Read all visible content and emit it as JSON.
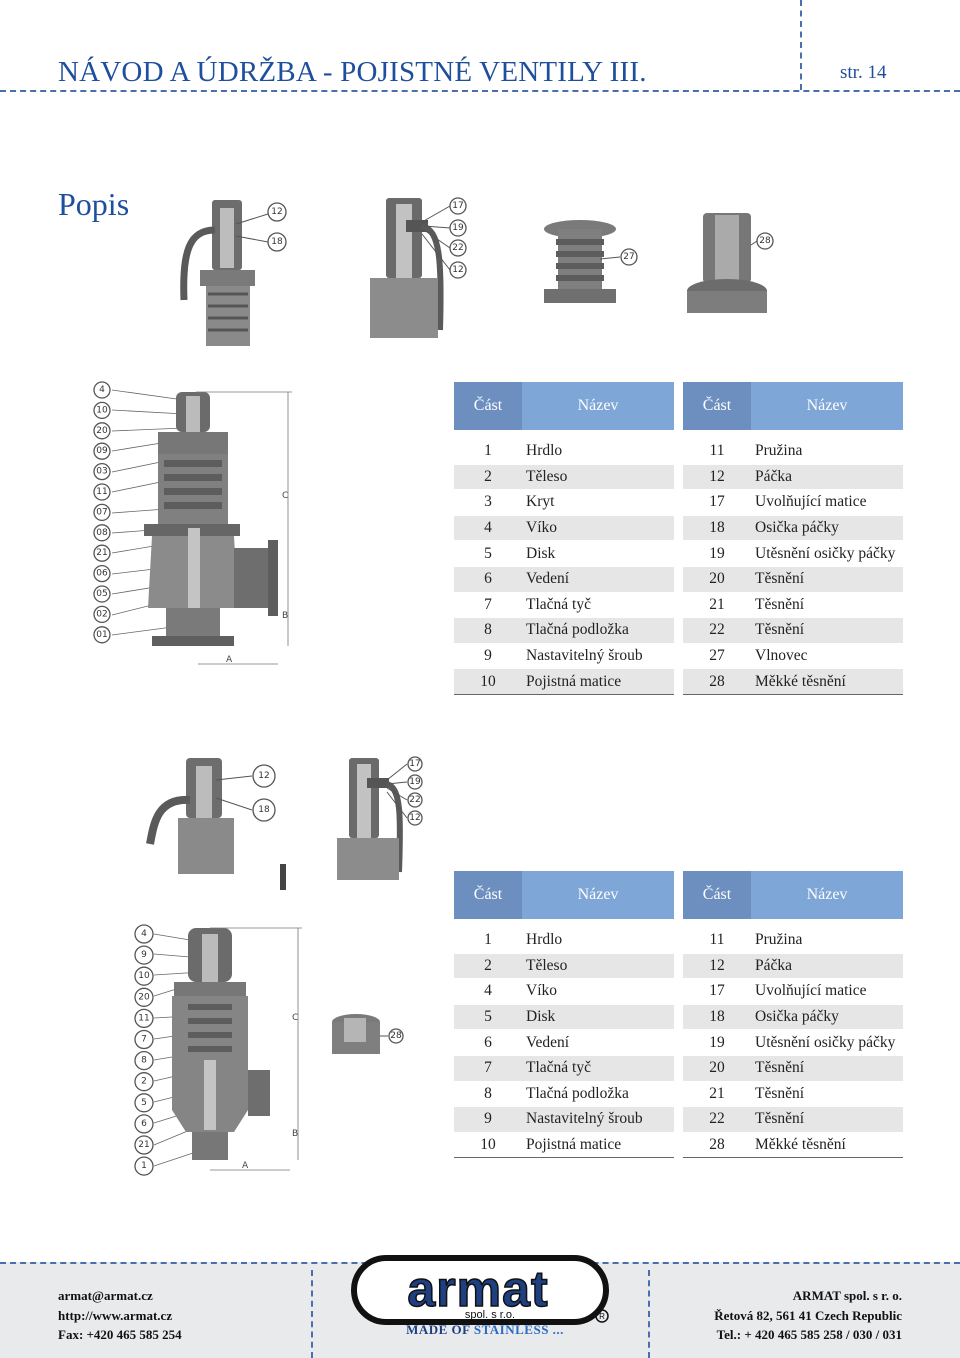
{
  "header": {
    "title": "NÁVOD A ÚDRŽBA - POJISTNÉ VENTILY III.",
    "page_label": "str. 14"
  },
  "section_title": "Popis",
  "figure1": {
    "details": [
      "12",
      "18",
      "17",
      "19",
      "22",
      "12",
      "27",
      "28"
    ],
    "callouts": [
      "4",
      "10",
      "20",
      "09",
      "03",
      "11",
      "07",
      "08",
      "21",
      "06",
      "05",
      "02",
      "01"
    ],
    "dims": [
      "A",
      "B",
      "C"
    ]
  },
  "figure2": {
    "details": [
      "12",
      "18",
      "17",
      "19",
      "22",
      "12",
      "28"
    ],
    "callouts": [
      "4",
      "9",
      "10",
      "20",
      "11",
      "7",
      "8",
      "2",
      "5",
      "6",
      "21",
      "1"
    ],
    "dims": [
      "A",
      "B",
      "C"
    ]
  },
  "table1": {
    "headers": {
      "part": "Část",
      "name": "Název"
    },
    "left": [
      [
        "1",
        "Hrdlo"
      ],
      [
        "2",
        "Těleso"
      ],
      [
        "3",
        "Kryt"
      ],
      [
        "4",
        "Víko"
      ],
      [
        "5",
        "Disk"
      ],
      [
        "6",
        "Vedení"
      ],
      [
        "7",
        "Tlačná tyč"
      ],
      [
        "8",
        "Tlačná podložka"
      ],
      [
        "9",
        "Nastavitelný šroub"
      ],
      [
        "10",
        "Pojistná matice"
      ]
    ],
    "right": [
      [
        "11",
        "Pružina"
      ],
      [
        "12",
        "Páčka"
      ],
      [
        "17",
        "Uvolňující matice"
      ],
      [
        "18",
        "Osička páčky"
      ],
      [
        "19",
        "Utěsnění osičky páčky"
      ],
      [
        "20",
        "Těsnění"
      ],
      [
        "21",
        "Těsnění"
      ],
      [
        "22",
        "Těsnění"
      ],
      [
        "27",
        "Vlnovec"
      ],
      [
        "28",
        "Měkké těsnění"
      ]
    ]
  },
  "table2": {
    "headers": {
      "part": "Část",
      "name": "Název"
    },
    "left": [
      [
        "1",
        "Hrdlo"
      ],
      [
        "2",
        "Těleso"
      ],
      [
        "4",
        "Víko"
      ],
      [
        "5",
        "Disk"
      ],
      [
        "6",
        "Vedení"
      ],
      [
        "7",
        "Tlačná tyč"
      ],
      [
        "8",
        "Tlačná podložka"
      ],
      [
        "9",
        "Nastavitelný šroub"
      ],
      [
        "10",
        "Pojistná matice"
      ]
    ],
    "right": [
      [
        "11",
        "Pružina"
      ],
      [
        "12",
        "Páčka"
      ],
      [
        "17",
        "Uvolňující matice"
      ],
      [
        "18",
        "Osička páčky"
      ],
      [
        "19",
        "Utěsnění osičky páčky"
      ],
      [
        "20",
        "Těsnění"
      ],
      [
        "21",
        "Těsnění"
      ],
      [
        "22",
        "Těsnění"
      ],
      [
        "28",
        "Měkké těsnění"
      ]
    ]
  },
  "footer": {
    "left": [
      "armat@armat.cz",
      "http://www.armat.cz",
      "Fax: +420 465 585 254"
    ],
    "right": [
      "ARMAT spol. s r. o.",
      "Řetová 82, 561 41 Czech Republic",
      "Tel.: + 420 465 585 258 / 030 / 031"
    ],
    "logo_text": "armat",
    "logo_sub": "spol. s r.o.",
    "tagline_a": "MADE OF",
    "tagline_b": "STAINLESS ..."
  },
  "colors": {
    "accent": "#1e4f9c",
    "header_cell": "#7ea6d6",
    "row_alt": "#e6e6e6"
  }
}
